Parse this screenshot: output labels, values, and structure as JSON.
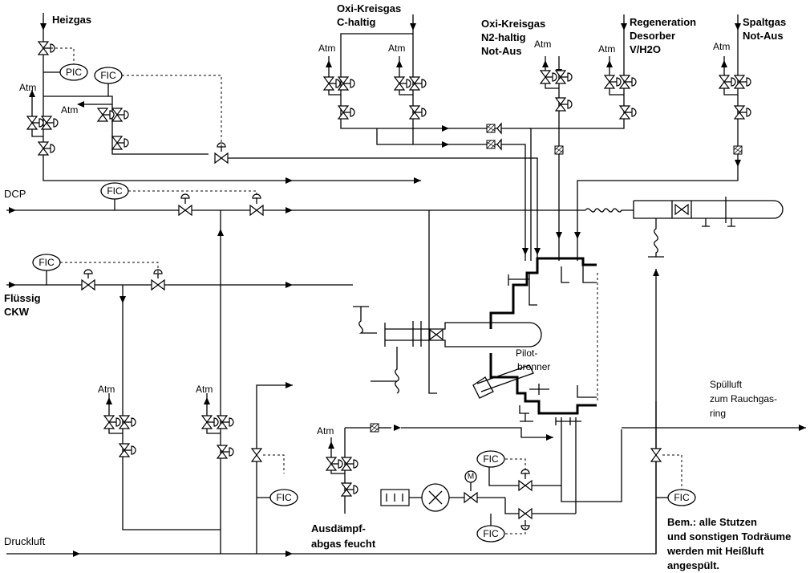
{
  "streams": {
    "heizgas": "Heizgas",
    "dcp": "DCP",
    "fluessig": [
      "Flüssig",
      "CKW"
    ],
    "druckluft": "Druckluft",
    "oxi_c": [
      "Oxi-Kreisgas",
      "C-haltig"
    ],
    "oxi_n2": [
      "Oxi-Kreisgas",
      "N2-haltig",
      "Not-Aus"
    ],
    "regeneration": [
      "Regeneration",
      "Desorber",
      "V/H2O"
    ],
    "spaltgas": [
      "Spaltgas",
      "Not-Aus"
    ],
    "ausdampf": [
      "Ausdämpf-",
      "abgas  feucht"
    ],
    "spuelluft": [
      "Spülluft",
      "zum   Rauchgas-",
      "ring"
    ]
  },
  "labels": {
    "atm": "Atm",
    "pilot": [
      "Pilot-",
      "brenner"
    ],
    "motor": "M"
  },
  "instruments": {
    "pic": "PIC",
    "fic": "FIC"
  },
  "note": [
    "Bem.: alle Stutzen",
    "und sonstigen Todräume",
    "werden mit Heißluft",
    "angespült."
  ]
}
